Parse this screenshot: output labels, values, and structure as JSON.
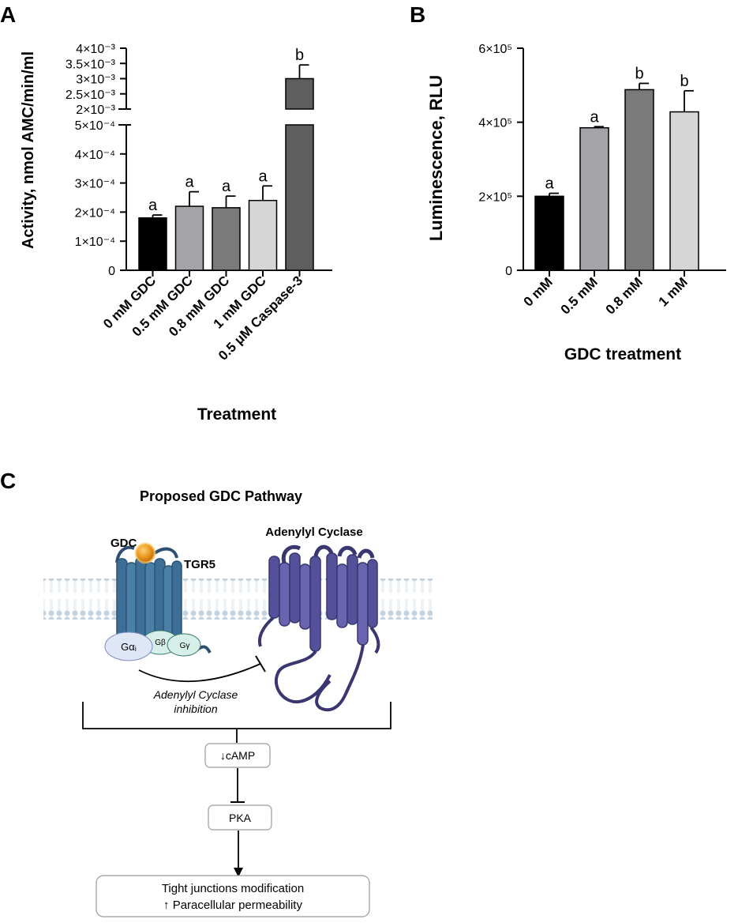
{
  "panels": {
    "a": {
      "letter": "A"
    },
    "b": {
      "letter": "B"
    },
    "c": {
      "letter": "C"
    }
  },
  "chart_data": [
    {
      "panel": "A",
      "type": "bar",
      "xlabel": "Treatment",
      "ylabel": "Activity, nmol AMC/min/ml",
      "categories": [
        "0 mM GDC",
        "0.5 mM GDC",
        "0.8 mM GDC",
        "1 mM GDC",
        "0.5 μM Caspase-3"
      ],
      "values": [
        0.00018,
        0.00022,
        0.000215,
        0.00024,
        0.003
      ],
      "errors": [
        1e-05,
        5e-05,
        4e-05,
        5e-05,
        0.00045
      ],
      "significance_letters": [
        "a",
        "a",
        "a",
        "a",
        "b"
      ],
      "bar_colors": [
        "#000000",
        "#a4a4a8",
        "#7a7a7a",
        "#d6d6d6",
        "#5e5e5e"
      ],
      "y_axis_break": true,
      "ylim_lower": [
        0,
        0.0005
      ],
      "ylim_upper": [
        0.002,
        0.004
      ],
      "yticks_lower": [
        {
          "v": 0,
          "label": "0"
        },
        {
          "v": 0.0001,
          "label": "1×10⁻⁴"
        },
        {
          "v": 0.0002,
          "label": "2×10⁻⁴"
        },
        {
          "v": 0.0003,
          "label": "3×10⁻⁴"
        },
        {
          "v": 0.0004,
          "label": "4×10⁻⁴"
        },
        {
          "v": 0.0005,
          "label": "5×10⁻⁴"
        }
      ],
      "yticks_upper": [
        {
          "v": 0.002,
          "label": "2×10⁻³"
        },
        {
          "v": 0.0025,
          "label": "2.5×10⁻³"
        },
        {
          "v": 0.003,
          "label": "3×10⁻³"
        },
        {
          "v": 0.0035,
          "label": "3.5×10⁻³"
        },
        {
          "v": 0.004,
          "label": "4×10⁻³"
        }
      ]
    },
    {
      "panel": "B",
      "type": "bar",
      "xlabel": "GDC treatment",
      "ylabel": "Luminescence, RLU",
      "categories": [
        "0 mM",
        "0.5 mM",
        "0.8 mM",
        "1 mM"
      ],
      "values": [
        200000,
        385000,
        488000,
        428000
      ],
      "errors": [
        8000,
        3000,
        17000,
        57000
      ],
      "significance_letters": [
        "a",
        "a",
        "b",
        "b"
      ],
      "bar_colors": [
        "#000000",
        "#a4a4a8",
        "#7a7a7a",
        "#d6d6d6"
      ],
      "ylim": [
        0,
        600000
      ],
      "yticks": [
        {
          "v": 0,
          "label": "0"
        },
        {
          "v": 200000,
          "label": "2×10⁵"
        },
        {
          "v": 400000,
          "label": "4×10⁵"
        },
        {
          "v": 600000,
          "label": "6×10⁵"
        }
      ]
    }
  ],
  "diagram": {
    "title": "Proposed GDC Pathway",
    "ligand_label": "GDC",
    "receptor_label": "TGR5",
    "enzyme_label": "Adenylyl Cyclase",
    "g_alpha_label": "Gαᵢ",
    "g_beta_label": "Gβ",
    "g_gamma_label": "Gγ",
    "inhibition_line1": "Adenylyl Cyclase",
    "inhibition_line2": "inhibition",
    "camp_label": "↓cAMP",
    "pka_label": "PKA",
    "outcome_line1": "Tight junctions modification",
    "outcome_line2": "↑ Paracellular permeability",
    "colors": {
      "receptor": "#3d6f96",
      "enzyme": "#55509a",
      "membrane": "#c8d6e2",
      "ligand": "#e8941a",
      "g_alpha": "#dfe6f6",
      "g_beta_gamma": "#d6efe8"
    }
  }
}
